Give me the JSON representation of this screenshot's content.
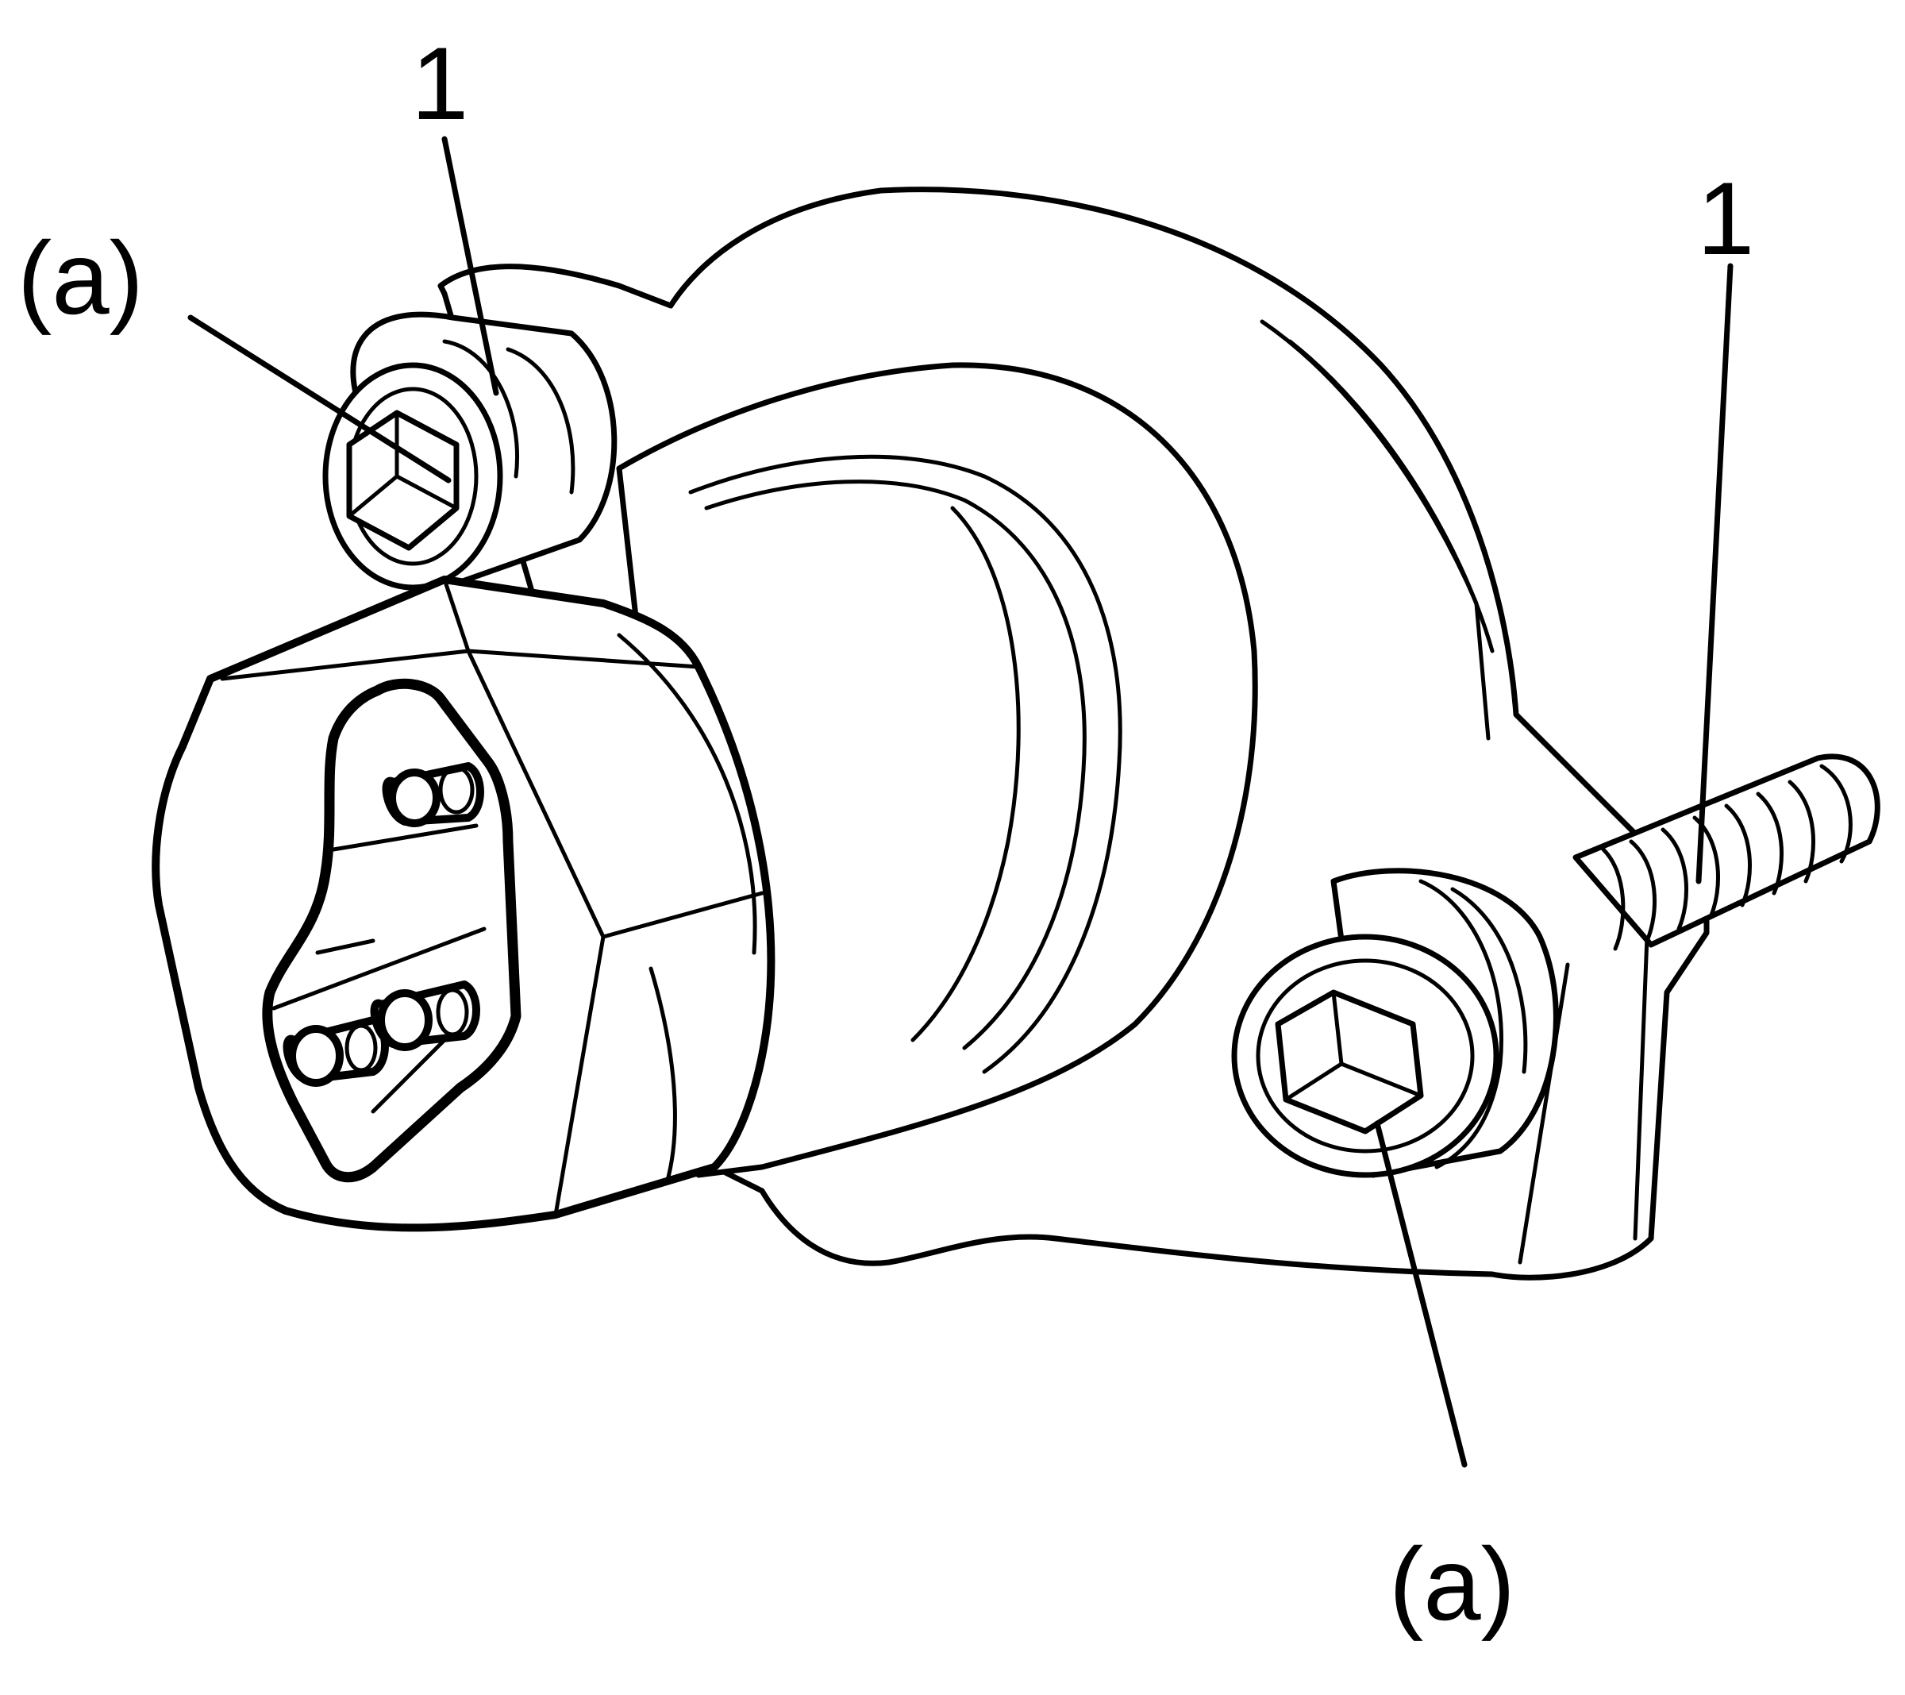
{
  "labels": {
    "part_top_left": "1",
    "part_top_right": "1",
    "fastener_top_left": "(a)",
    "fastener_bottom": "(a)"
  },
  "colors": {
    "line": "#000000",
    "background": "#ffffff"
  }
}
